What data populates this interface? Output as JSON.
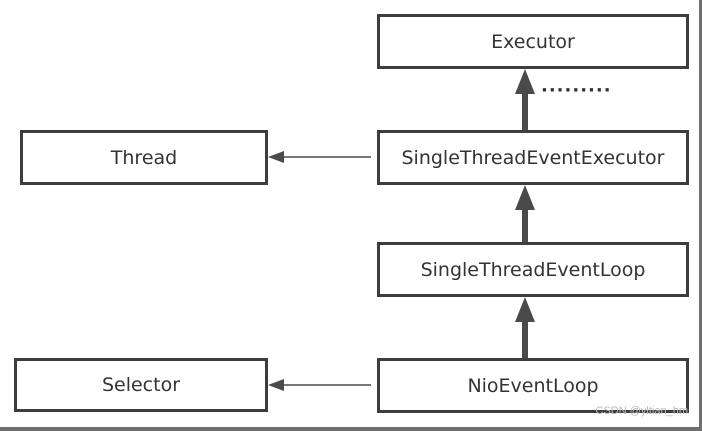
{
  "nodes": {
    "executor": "Executor",
    "thread": "Thread",
    "single_thread_event_executor": "SingleThreadEventExecutor",
    "single_thread_event_loop": "SingleThreadEventLoop",
    "selector": "Selector",
    "nio_event_loop": "NioEventLoop"
  },
  "ellipsis": "·········",
  "watermark": "CSDN @yltian_hm",
  "colors": {
    "box_border": "#3d3d3d",
    "arrow": "#4a4a4a",
    "text": "#333333"
  }
}
